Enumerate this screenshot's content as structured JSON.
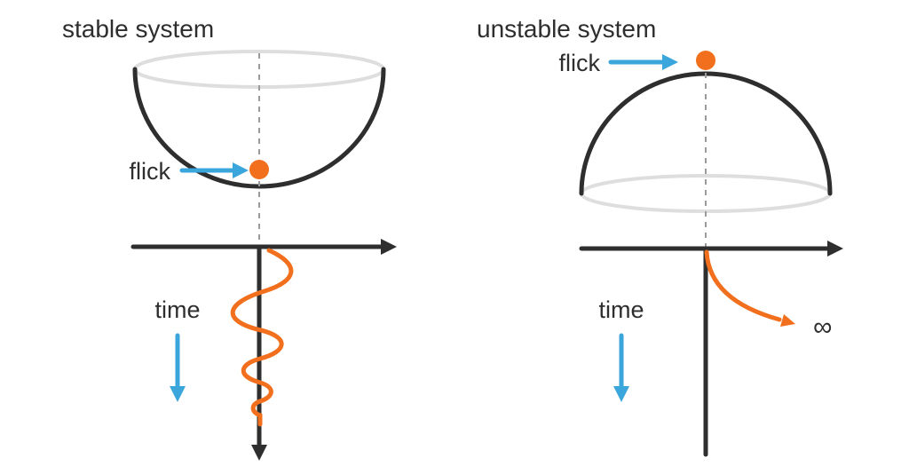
{
  "colors": {
    "ink": "#2e2e2e",
    "orange": "#f2701d",
    "blue": "#3ba6dc",
    "light_gray": "#dedede",
    "dash_gray": "#9b9b9b",
    "background": "#ffffff"
  },
  "left_panel": {
    "title": "stable system",
    "flick_label": "flick",
    "time_label": "time"
  },
  "right_panel": {
    "title": "unstable system",
    "flick_label": "flick",
    "time_label": "time",
    "infinity_symbol": "∞"
  }
}
